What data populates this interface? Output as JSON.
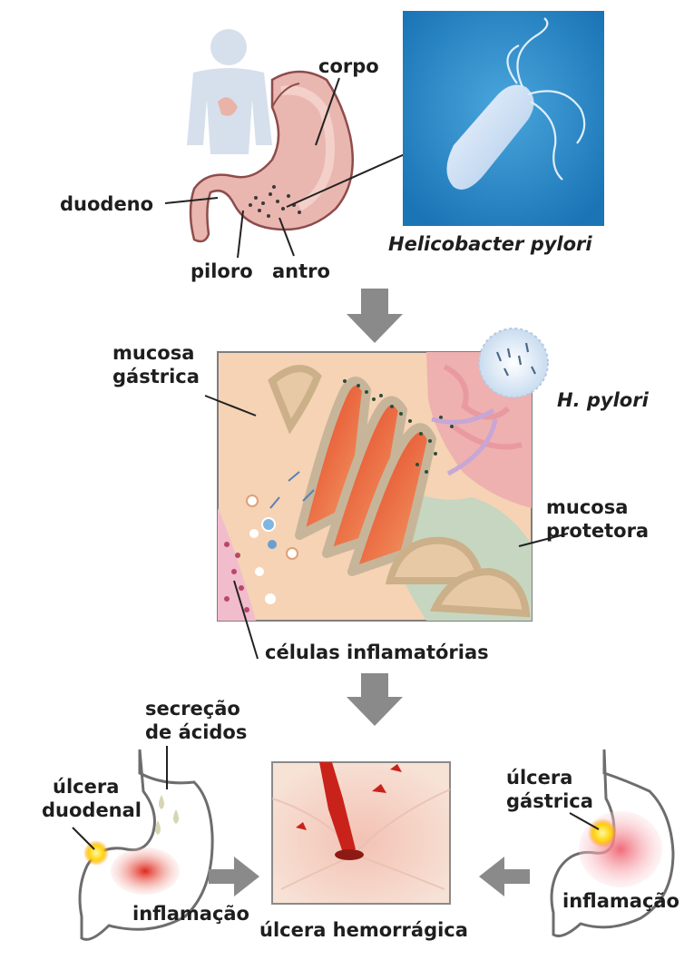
{
  "labels": {
    "corpo": "corpo",
    "duodeno": "duodeno",
    "piloro": "piloro",
    "antro": "antro",
    "helicobacter": "Helicobacter pylori",
    "mucosa_gastrica_1": "mucosa",
    "mucosa_gastrica_2": "gástrica",
    "h_pylori": "H. pylori",
    "mucosa_protetora_1": "mucosa",
    "mucosa_protetora_2": "protetora",
    "celulas": "células inflamatórias",
    "secrecao_1": "secreção",
    "secrecao_2": "de ácidos",
    "ulcera_duodenal_1": "úlcera",
    "ulcera_duodenal_2": "duodenal",
    "inflamacao_left": "inflamação",
    "ulcera_gastrica_1": "úlcera",
    "ulcera_gastrica_2": "gástrica",
    "inflamacao_right": "inflamação",
    "ulcera_hemorragica": "úlcera hemorrágica"
  },
  "colors": {
    "arrow": "#8a8a8a",
    "bacteria_bg": "#1e86c8",
    "stomach_fill": "#e8b3ad",
    "stomach_outline": "#8a4a4a",
    "mucosa_bg": "#f6d2b2",
    "inflammation": "#e23a2a",
    "ulcer_yellow": "#ffe11a"
  }
}
